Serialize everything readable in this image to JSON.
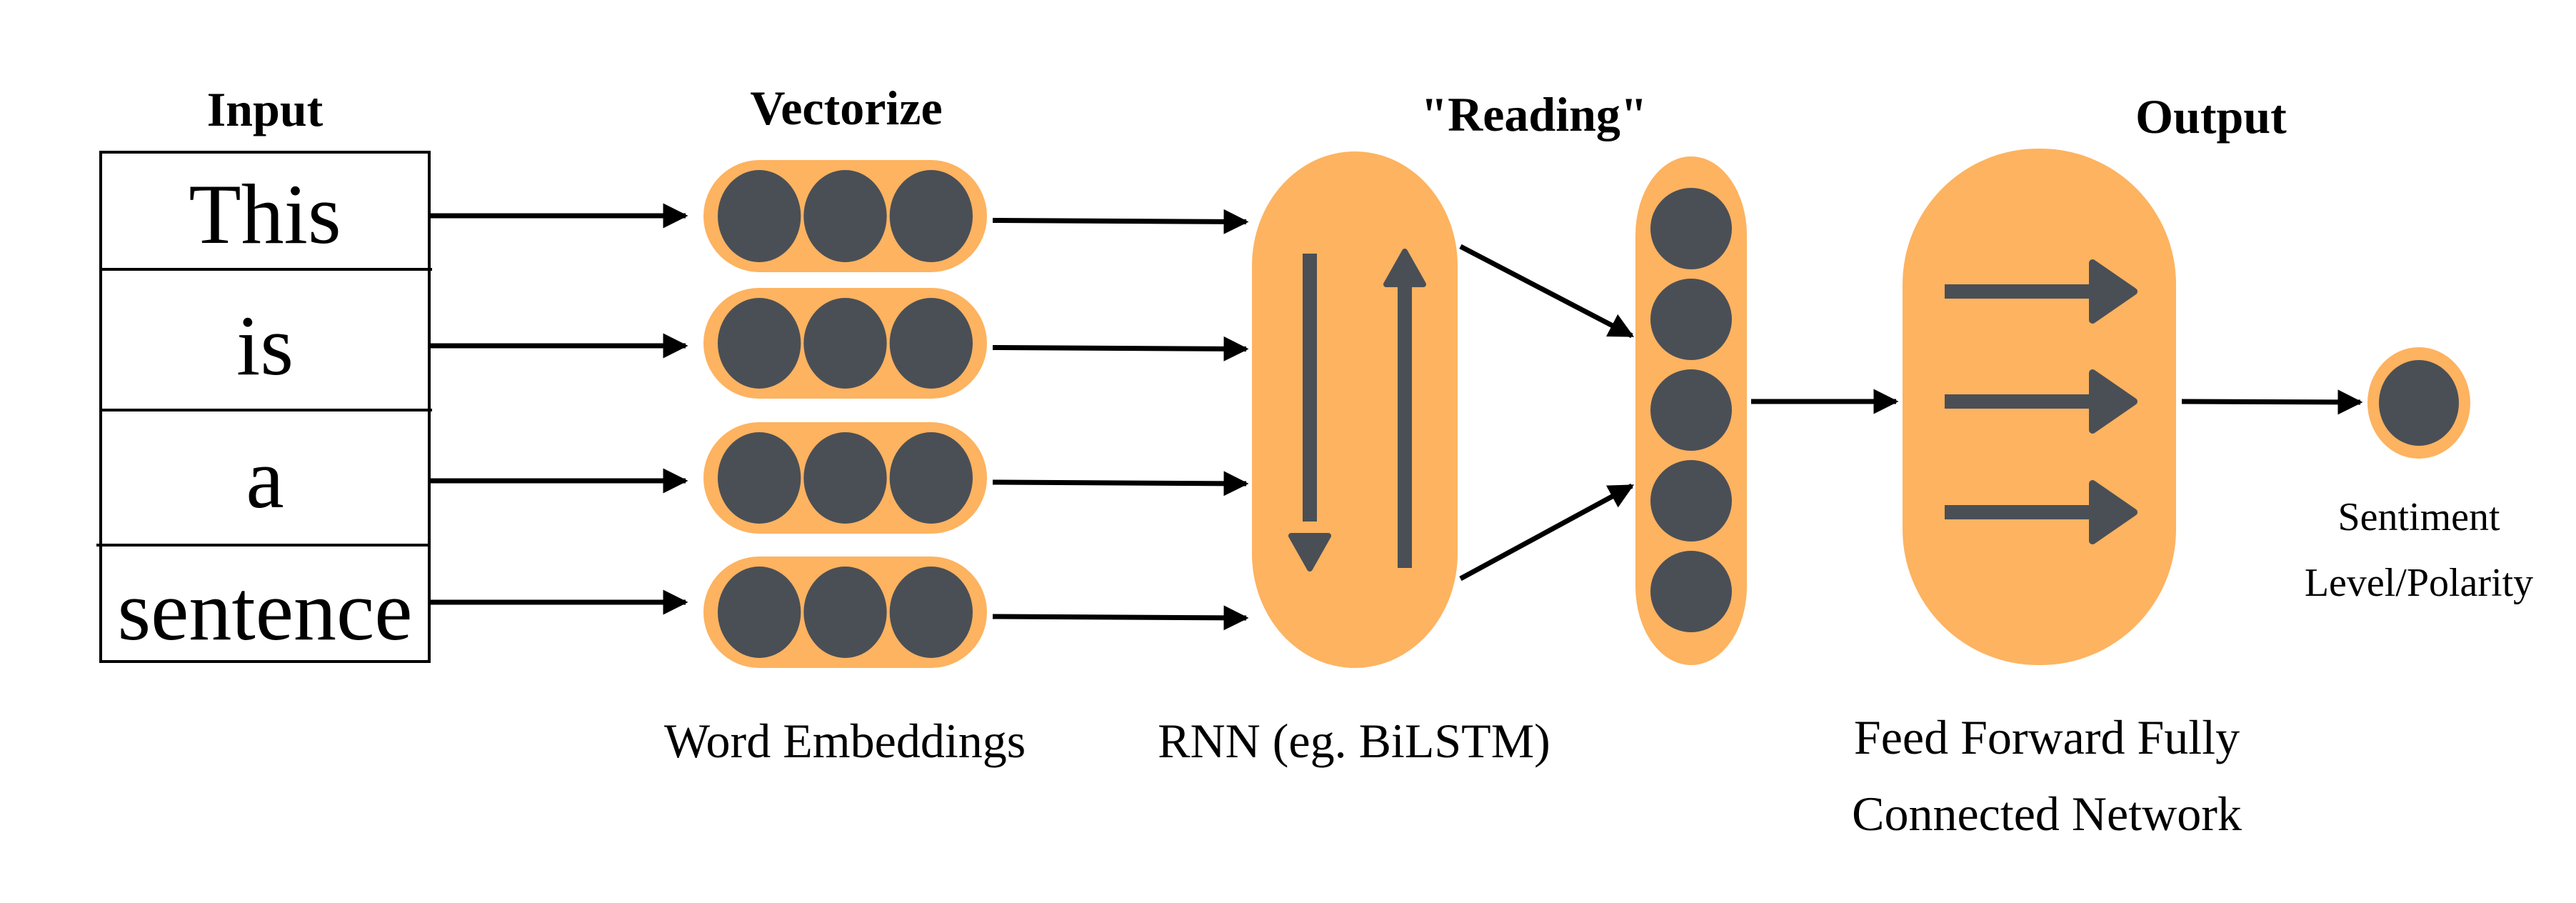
{
  "headings": {
    "input": "Input",
    "vectorize": "Vectorize",
    "reading": "\"Reading\"",
    "output": "Output"
  },
  "input_words": [
    "This",
    "is",
    "a",
    "sentence"
  ],
  "captions": {
    "embeddings": "Word Embeddings",
    "rnn": "RNN (eg. BiLSTM)",
    "ffn_line1": "Feed Forward Fully",
    "ffn_line2": "Connected Network",
    "output_line1": "Sentiment",
    "output_line2": "Level/Polarity"
  },
  "structure": {
    "embedding_vectors": 4,
    "embedding_dim": 3,
    "hidden_units": 5,
    "ffn_arrows": 3,
    "output_units": 1
  },
  "colors": {
    "node_fill": "#4A4F56",
    "container": "#FDB360",
    "line": "#000000"
  }
}
